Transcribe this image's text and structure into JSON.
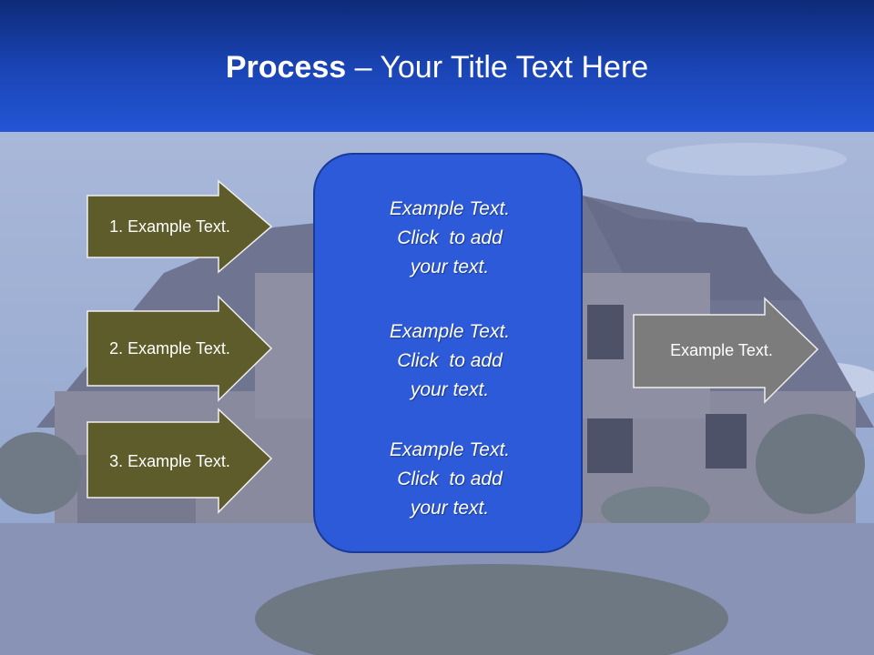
{
  "title": {
    "bold": "Process",
    "rest": " – Your Title Text Here"
  },
  "left_arrows": [
    {
      "label": "1. Example Text."
    },
    {
      "label": "2. Example Text."
    },
    {
      "label": "3. Example Text."
    }
  ],
  "center_box": {
    "blocks": [
      {
        "line1": "Example Text.",
        "line2": "Click  to add",
        "line3": "your text."
      },
      {
        "line1": "Example Text.",
        "line2": "Click  to add",
        "line3": "your text."
      },
      {
        "line1": "Example Text.",
        "line2": "Click  to add",
        "line3": "your text."
      }
    ]
  },
  "right_arrow": {
    "label": "Example Text."
  },
  "colors": {
    "header": "#1a44b4",
    "left_arrow_fill": "#5e5c2a",
    "right_arrow_fill": "#7c7c7c",
    "center_box_fill": "#2d5ad8"
  }
}
